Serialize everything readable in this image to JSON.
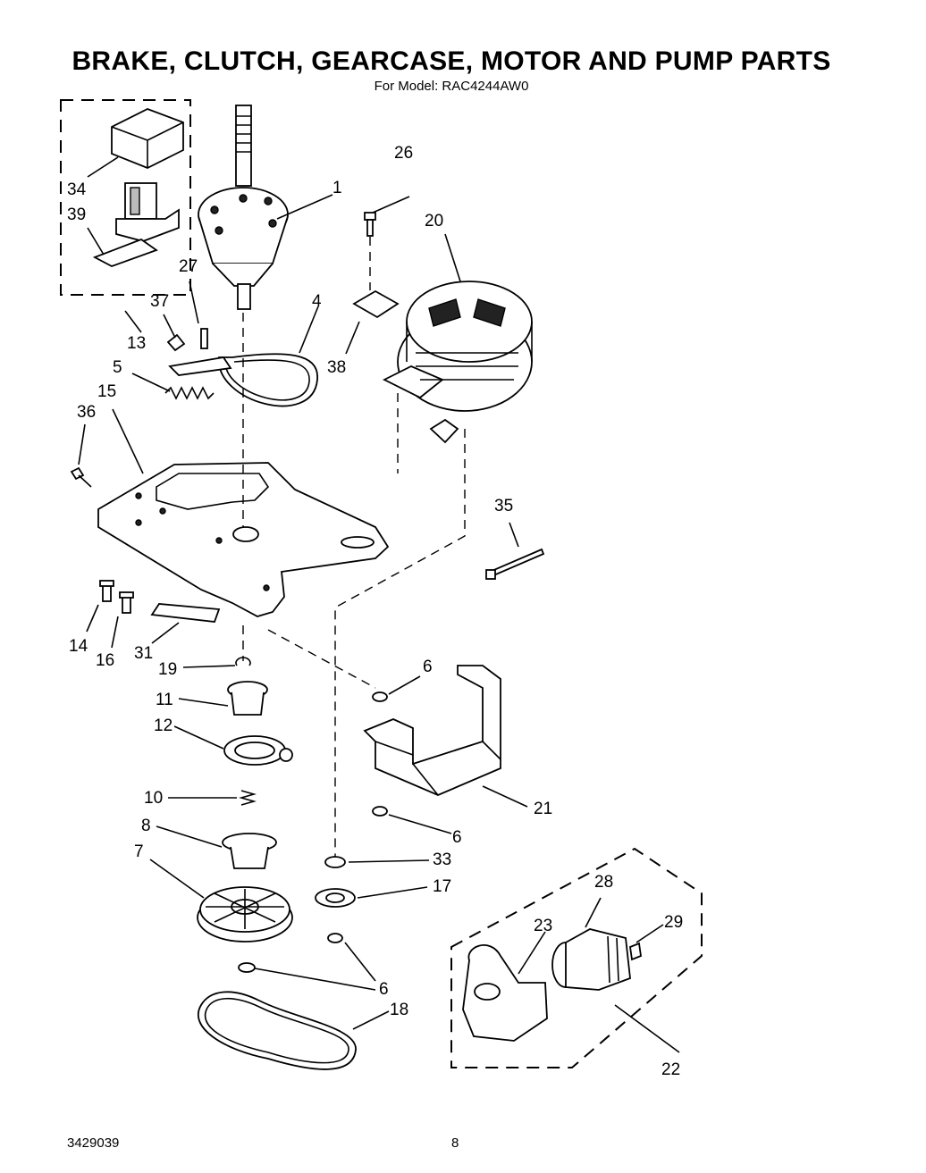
{
  "header": {
    "title": "BRAKE, CLUTCH, GEARCASE, MOTOR AND PUMP PARTS",
    "subtitle": "For Model: RAC4244AW0"
  },
  "footer": {
    "doc_number": "3429039",
    "page_number": "8"
  },
  "callouts": {
    "p1": "1",
    "p4": "4",
    "p5": "5",
    "p6a": "6",
    "p6b": "6",
    "p6c": "6",
    "p7": "7",
    "p8": "8",
    "p10": "10",
    "p11": "11",
    "p12": "12",
    "p13": "13",
    "p14": "14",
    "p15": "15",
    "p16": "16",
    "p17": "17",
    "p18": "18",
    "p19": "19",
    "p20": "20",
    "p21": "21",
    "p22": "22",
    "p23": "23",
    "p26": "26",
    "p27": "27",
    "p28": "28",
    "p29": "29",
    "p31": "31",
    "p33": "33",
    "p34": "34",
    "p35": "35",
    "p36": "36",
    "p37": "37",
    "p38": "38",
    "p39": "39"
  }
}
